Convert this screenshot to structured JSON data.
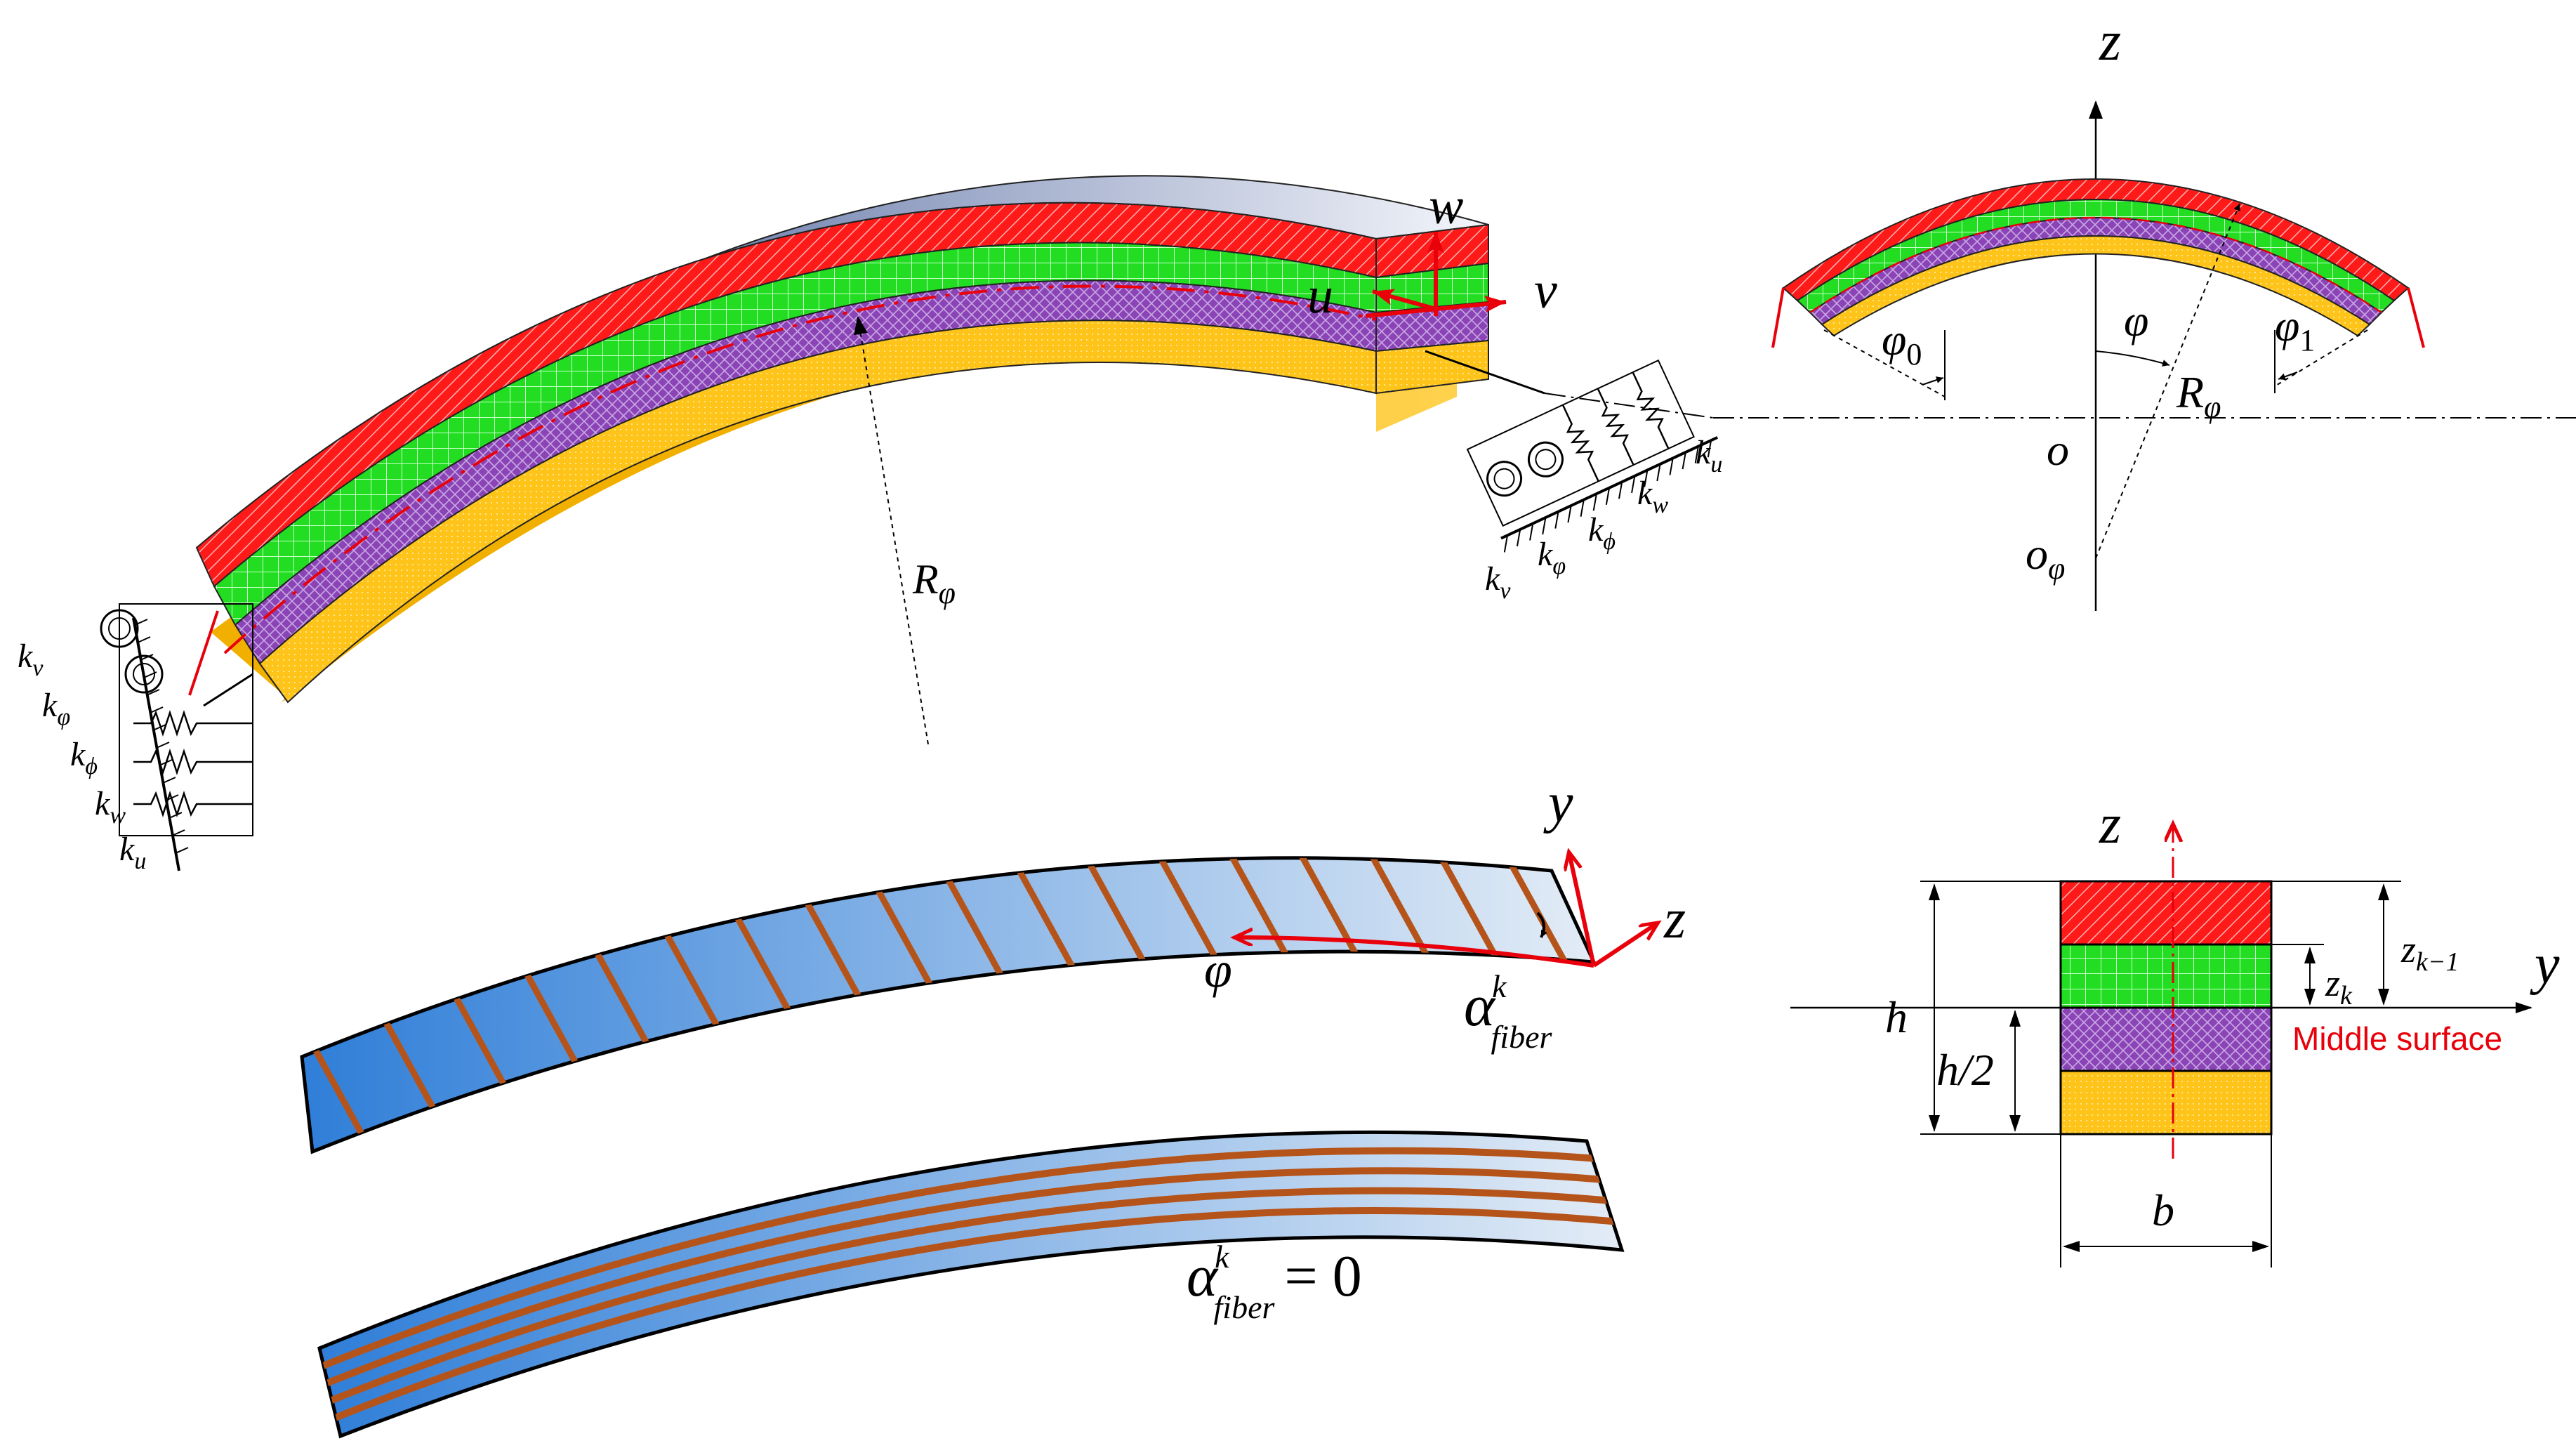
{
  "colors": {
    "red_layer": "#ff1a1a",
    "green_layer": "#22dd22",
    "purple_layer": "#8a44b6",
    "yellow_layer": "#ffc41a",
    "fiber": "#b5541a",
    "axis_red": "#e8000b",
    "top_surface": "#2e4a8a"
  },
  "beam3d": {
    "w": "w",
    "u": "u",
    "v": "v",
    "R": "R",
    "R_sub": "φ"
  },
  "left_springs": {
    "kv": "k",
    "kv_sub": "v",
    "kphi": "k",
    "kphi_sub": "φ",
    "kphi2": "k",
    "kphi2_sub": "ϕ",
    "kw": "k",
    "kw_sub": "w",
    "ku": "k",
    "ku_sub": "u"
  },
  "right_springs": {
    "kv": "k",
    "kv_sub": "v",
    "kphi": "k",
    "kphi_sub": "φ",
    "kphi2": "k",
    "kphi2_sub": "ϕ",
    "kw": "k",
    "kw_sub": "w",
    "ku": "k",
    "ku_sub": "u"
  },
  "arc_view": {
    "z": "z",
    "phi0": "φ",
    "phi0_sub": "0",
    "phi": "φ",
    "phi1": "φ",
    "phi1_sub": "1",
    "R": "R",
    "R_sub": "φ",
    "o": "o",
    "ophi": "o",
    "ophi_sub": "φ"
  },
  "fiber_angled": {
    "y": "y",
    "z": "z",
    "phi": "φ",
    "alpha": "α",
    "alpha_sup": "k",
    "alpha_sub": "fiber"
  },
  "fiber_zero": {
    "alpha": "α",
    "alpha_sup": "k",
    "alpha_sub": "fiber",
    "eq": "= 0"
  },
  "section": {
    "z": "z",
    "y": "y",
    "h": "h",
    "h2": "h/2",
    "b": "b",
    "zk": "z",
    "zk_sub": "k",
    "zk1": "z",
    "zk1_sub": "k−1",
    "middle": "Middle surface"
  }
}
